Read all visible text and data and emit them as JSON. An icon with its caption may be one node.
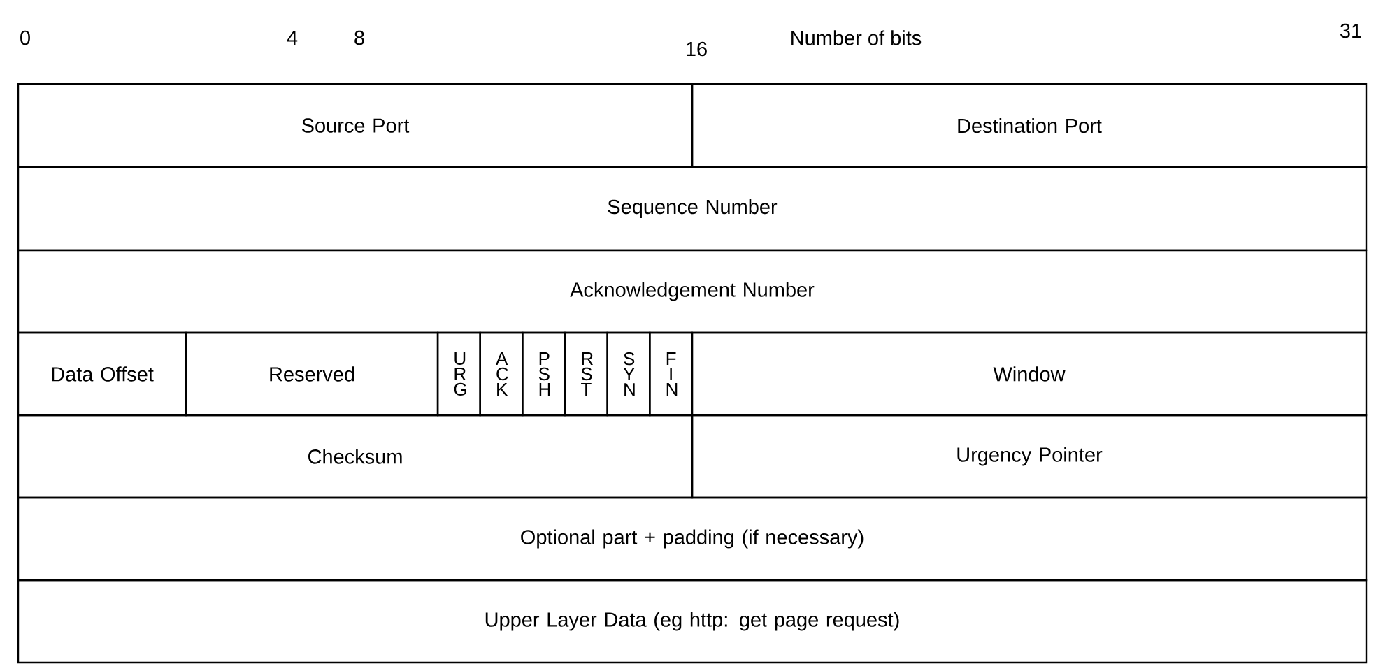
{
  "diagram": {
    "nodes": [
      {
        "text": [
          "Source Port"
        ]
      },
      {
        "text": [
          "Destination Port"
        ]
      },
      {
        "text": [
          "Sequence Number"
        ]
      },
      {
        "text": [
          "Acknowledgement Number"
        ]
      },
      {
        "text": [
          "Data Offset"
        ]
      },
      {
        "text": [
          "Reserved"
        ]
      },
      {
        "text": [
          "U R G"
        ]
      },
      {
        "text": [
          "A C K"
        ]
      },
      {
        "text": [
          "P S H"
        ]
      },
      {
        "text": [
          "R S T"
        ]
      },
      {
        "text": [
          "S Y N"
        ]
      },
      {
        "text": [
          "F I N"
        ]
      },
      {
        "text": [
          "Window"
        ]
      },
      {
        "text": [
          "Checksum"
        ]
      },
      {
        "text": [
          "Urgency Pointer"
        ]
      },
      {
        "text": [
          "Optional part + padding (if necessary)"
        ]
      },
      {
        "text": [
          "Upper Layer Data (eg http: get page request)"
        ]
      }
    ],
    "labels": [
      "0",
      "4",
      "8",
      "16",
      "Number of bits",
      "31"
    ]
  }
}
